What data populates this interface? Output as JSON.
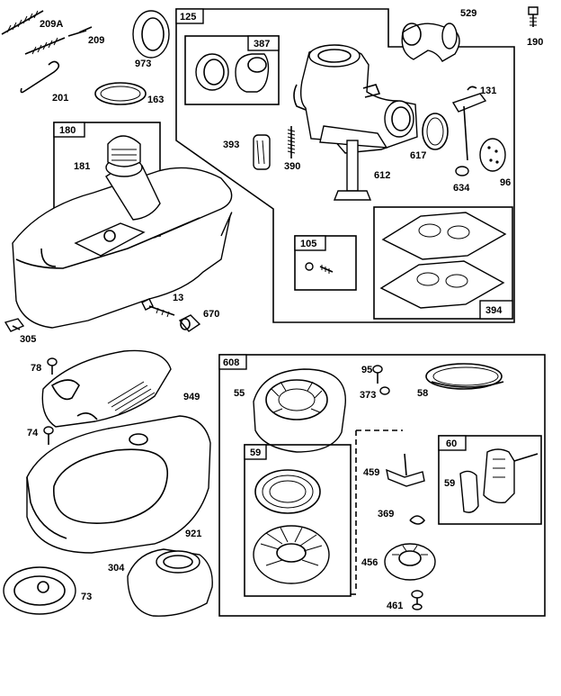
{
  "parts": {
    "p209a": "209A",
    "p209": "209",
    "p973": "973",
    "p201": "201",
    "p163": "163",
    "p125": "125",
    "p387": "387",
    "p529": "529",
    "p190": "190",
    "p131": "131",
    "p393": "393",
    "p390": "390",
    "p617": "617",
    "p612": "612",
    "p634": "634",
    "p96": "96",
    "p180": "180",
    "p181": "181",
    "p105": "105",
    "p394": "394",
    "p13": "13",
    "p670": "670",
    "p305": "305",
    "p78": "78",
    "p949": "949",
    "p74": "74",
    "p921": "921",
    "p304": "304",
    "p73": "73",
    "p608": "608",
    "p95": "95",
    "p55": "55",
    "p373": "373",
    "p58": "58",
    "p59": "59",
    "p60": "60",
    "p459": "459",
    "p369": "369",
    "p456": "456",
    "p461": "461",
    "p59b": "59"
  }
}
